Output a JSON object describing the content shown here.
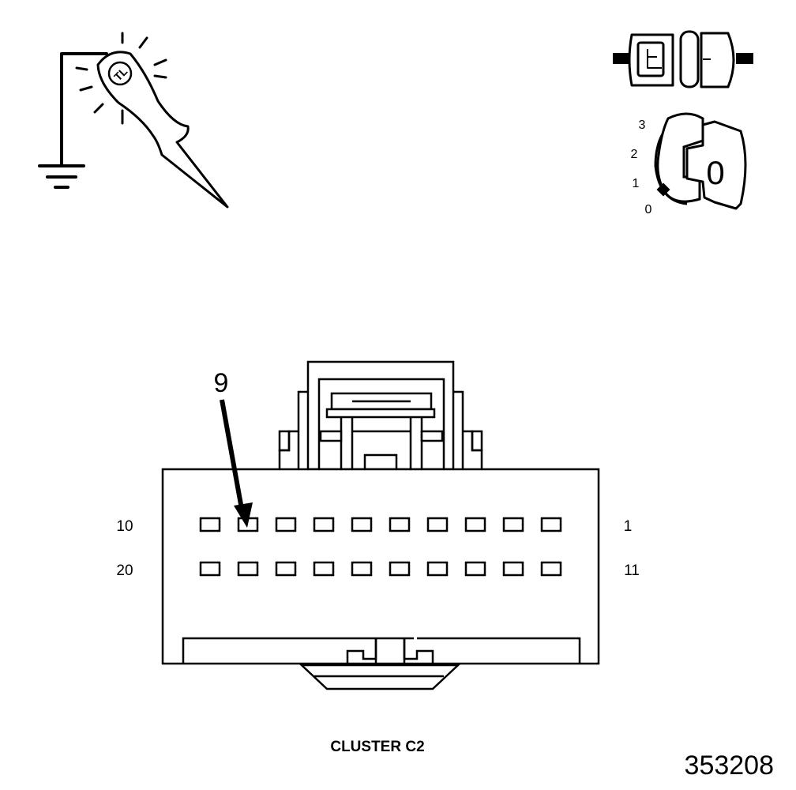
{
  "ignition": {
    "positions": [
      "3",
      "2",
      "1",
      "0"
    ],
    "key_label": "0"
  },
  "test_light_icon_text": "TL",
  "connector": {
    "name": "CLUSTER C2",
    "callout_pin": "9",
    "row_labels": {
      "top_left": "10",
      "top_right": "1",
      "bottom_left": "20",
      "bottom_right": "11"
    }
  },
  "figure_number": "353208"
}
